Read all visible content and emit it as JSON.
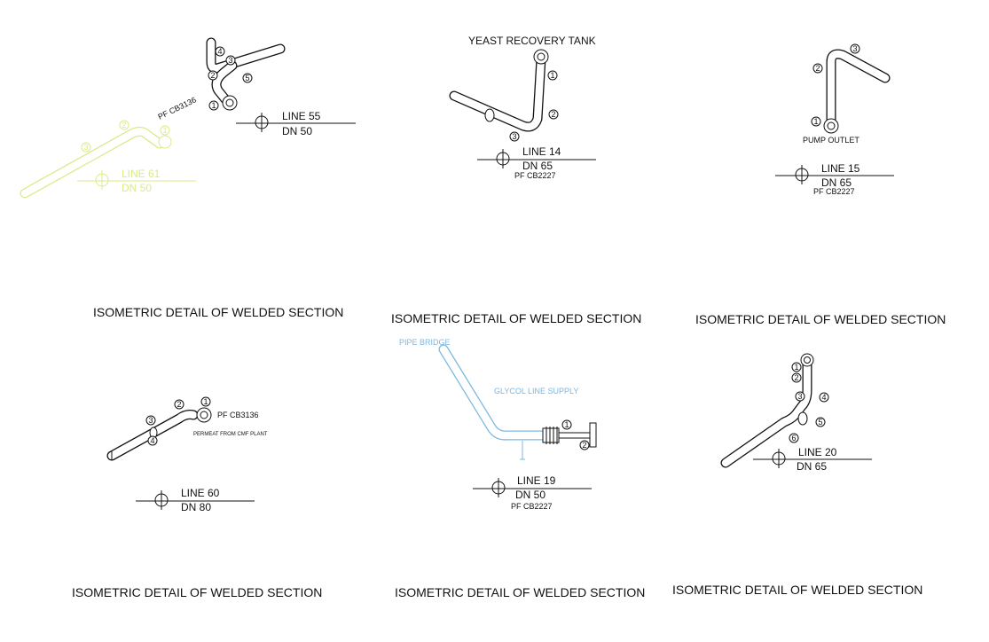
{
  "details": [
    {
      "title": "ISOMETRIC DETAIL OF WELDED SECTION",
      "line": "LINE 55",
      "dn": "DN 50",
      "pf": "PF CB3136",
      "welds": [
        "1",
        "2",
        "3",
        "4",
        "5"
      ]
    },
    {
      "title": "ISOMETRIC DETAIL OF WELDED SECTION",
      "tank_label": "YEAST RECOVERY TANK",
      "line": "LINE 14",
      "dn": "DN 65",
      "pf": "PF CB2227",
      "welds": [
        "1",
        "2",
        "3"
      ]
    },
    {
      "title": "ISOMETRIC DETAIL OF WELDED SECTION",
      "outlet_label": "PUMP OUTLET",
      "line": "LINE 15",
      "dn": "DN 65",
      "pf": "PF CB2227",
      "welds": [
        "1",
        "2",
        "3"
      ]
    },
    {
      "title": "ISOMETRIC DETAIL OF WELDED SECTION",
      "line": "LINE 60",
      "dn": "DN 80",
      "pf": "PF CB3136",
      "note": "PERMEAT FROM CMF PLANT",
      "welds": [
        "1",
        "2",
        "3",
        "4"
      ]
    },
    {
      "title": "ISOMETRIC DETAIL OF WELDED SECTION",
      "pipe_bridge_label": "PIPE BRIDGE",
      "glycol_label": "GLYCOL LINE SUPPLY",
      "line": "LINE 19",
      "dn": "DN 50",
      "pf": "PF CB2227",
      "welds": [
        "1",
        "2"
      ]
    },
    {
      "title": "ISOMETRIC DETAIL OF WELDED SECTION",
      "line": "LINE 20",
      "dn": "DN 65",
      "welds": [
        "1",
        "2",
        "3",
        "4",
        "5",
        "6"
      ]
    }
  ],
  "faded_detail": {
    "line": "LINE 61",
    "dn": "DN 50",
    "welds": [
      "1",
      "2",
      "3"
    ],
    "color": "#d8ec8a"
  },
  "colors": {
    "ink": "#111111",
    "faded_layer": "#d8ec8a",
    "annotation_blue": "#7cb8e0"
  }
}
